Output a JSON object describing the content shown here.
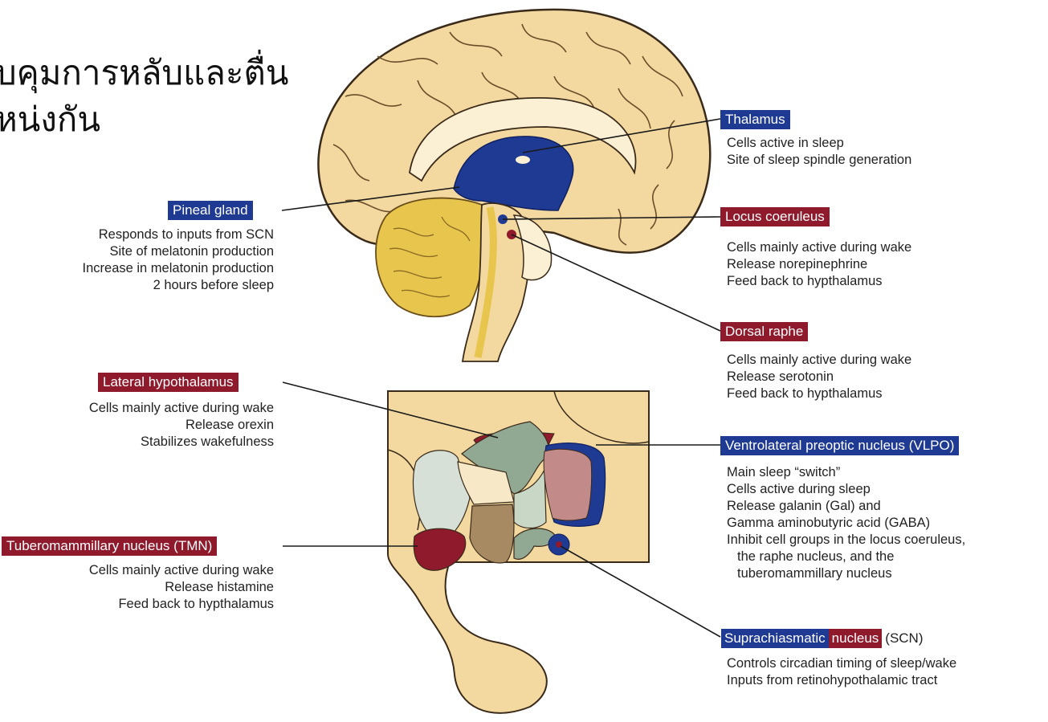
{
  "heading": {
    "line1": "บคุมการหลับและตื่น",
    "line2": "หน่งกัน"
  },
  "labels": {
    "thalamus": {
      "title": "Thalamus",
      "lines": [
        "Cells active in sleep",
        "Site of sleep spindle generation"
      ]
    },
    "pineal": {
      "title": "Pineal gland",
      "lines": [
        "Responds to inputs from SCN",
        "Site of melatonin production",
        "Increase in melatonin production",
        "2 hours before sleep"
      ]
    },
    "locus": {
      "title": "Locus coeruleus",
      "lines": [
        "Cells mainly active during wake",
        "Release norepinephrine",
        "Feed back to hypthalamus"
      ]
    },
    "dorsal": {
      "title": "Dorsal raphe",
      "lines": [
        "Cells mainly active during wake",
        "Release serotonin",
        "Feed back to hypthalamus"
      ]
    },
    "lateral": {
      "title": "Lateral hypothalamus",
      "lines": [
        "Cells mainly active during wake",
        "Release orexin",
        "Stabilizes wakefulness"
      ]
    },
    "vlpo": {
      "title": "Ventrolateral preoptic nucleus (VLPO)",
      "lines": [
        "Main sleep “switch”",
        "Cells active during sleep",
        "Release galanin (Gal) and",
        "Gamma aminobutyric acid (GABA)",
        "Inhibit cell groups in the locus coeruleus,",
        "the raphe nucleus, and the",
        "tuberomammillary nucleus"
      ]
    },
    "tmn": {
      "title": "Tuberomammillary nucleus (TMN)",
      "lines": [
        "Cells mainly active during wake",
        "Release histamine",
        "Feed back to hypthalamus"
      ]
    },
    "scn": {
      "title_part1": "Suprachiasmatic",
      "title_part2": "nucleus",
      "title_part3": "(SCN)",
      "lines": [
        "Controls circadian timing of sleep/wake",
        "Inputs from retinohypothalamic tract"
      ]
    }
  },
  "colors": {
    "sleep_blue": "#1e3a93",
    "wake_red": "#8e1a2c",
    "brain_tan": "#f3d9a0",
    "cerebellum_yellow": "#e8c64e"
  }
}
